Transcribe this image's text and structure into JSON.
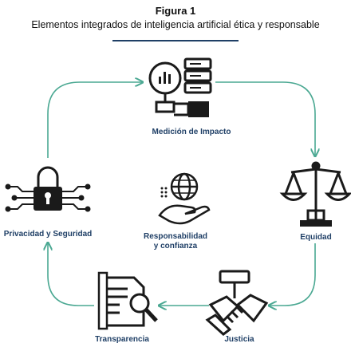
{
  "figure": {
    "label": "Figura 1",
    "caption": "Elementos integrados de inteligencia artificial ética y responsable"
  },
  "nodes": {
    "impact": "Medición de Impacto",
    "equity": "Equidad",
    "justice": "Justicia",
    "transparency": "Transparencia",
    "privacy": "Privacidad y Seguridad",
    "center_line1": "Responsabilidad",
    "center_line2": "y confianza"
  },
  "colors": {
    "arrow": "#4aa892",
    "label": "#1f3f66",
    "icon": "#1a1a1a",
    "divider": "#1f3f66"
  }
}
